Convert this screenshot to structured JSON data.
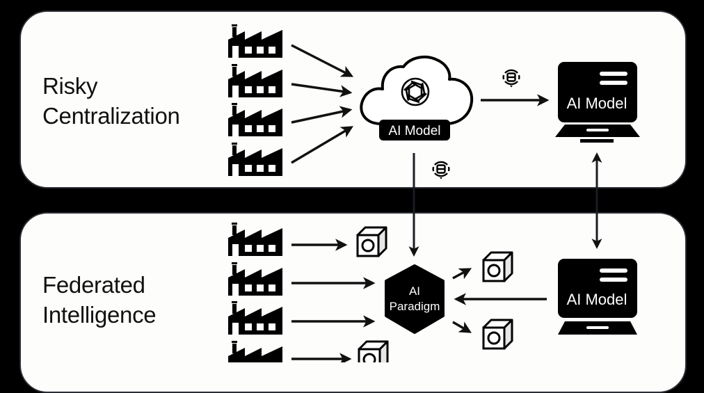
{
  "panels": [
    {
      "id": "top",
      "title_lines": [
        "Risky",
        "Centralization"
      ]
    },
    {
      "id": "bottom",
      "title_lines": [
        "Federated",
        "Intelligence"
      ]
    }
  ],
  "top": {
    "cloud_label": "AI Model",
    "cloud_icon": "openai-knot-icon",
    "monitor_label": "AI Model",
    "factory_count": 4,
    "transfer_icon": "data-transfer-icon"
  },
  "bottom": {
    "hexagon_label_lines": [
      "AI",
      "Paradigm"
    ],
    "monitor_label": "AI Model",
    "factory_count": 4,
    "node_icon": "cube-node-icon"
  },
  "colors": {
    "background": "#000000",
    "panel": "#fdfdfb",
    "ink": "#111111",
    "panel_border": "#2a2d33"
  }
}
